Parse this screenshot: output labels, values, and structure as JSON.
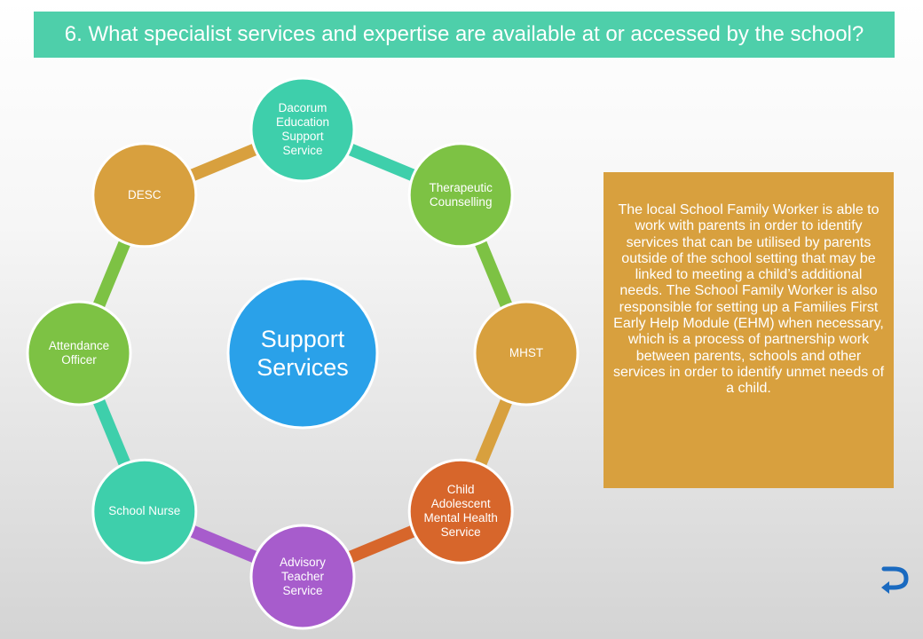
{
  "title": "6. What specialist services and expertise are available at or accessed by the school?",
  "center": {
    "label": "Support\nServices",
    "color": "#2aa1e9"
  },
  "nodes": [
    {
      "label": "Dacorum Education Support Service",
      "color": "#3ecfab"
    },
    {
      "label": "Therapeutic Counselling",
      "color": "#7dc244"
    },
    {
      "label": "MHST",
      "color": "#d8a03e"
    },
    {
      "label": "Child Adolescent Mental Health Service",
      "color": "#d7662b"
    },
    {
      "label": "Advisory Teacher Service",
      "color": "#a75ccc"
    },
    {
      "label": "School Nurse",
      "color": "#3ecfab"
    },
    {
      "label": "Attendance Officer",
      "color": "#7dc244"
    },
    {
      "label": "DESC",
      "color": "#d8a03e"
    }
  ],
  "arc_colors": [
    "#3ecfab",
    "#7dc244",
    "#d8a03e",
    "#d7662b",
    "#a75ccc",
    "#3ecfab",
    "#7dc244",
    "#d8a03e"
  ],
  "info_text": "The local School Family Worker is able to work with parents in order to identify services that can be utilised by parents outside of the school setting that may be linked to meeting a child’s additional needs.  The School Family Worker is also responsible for setting up a Families First Early Help Module (EHM) when necessary, which is a process of partnership work between parents, schools and other services in order to identify unmet needs of a child.",
  "return_icon": "return-arrow-icon",
  "return_color": "#1a6ac0"
}
